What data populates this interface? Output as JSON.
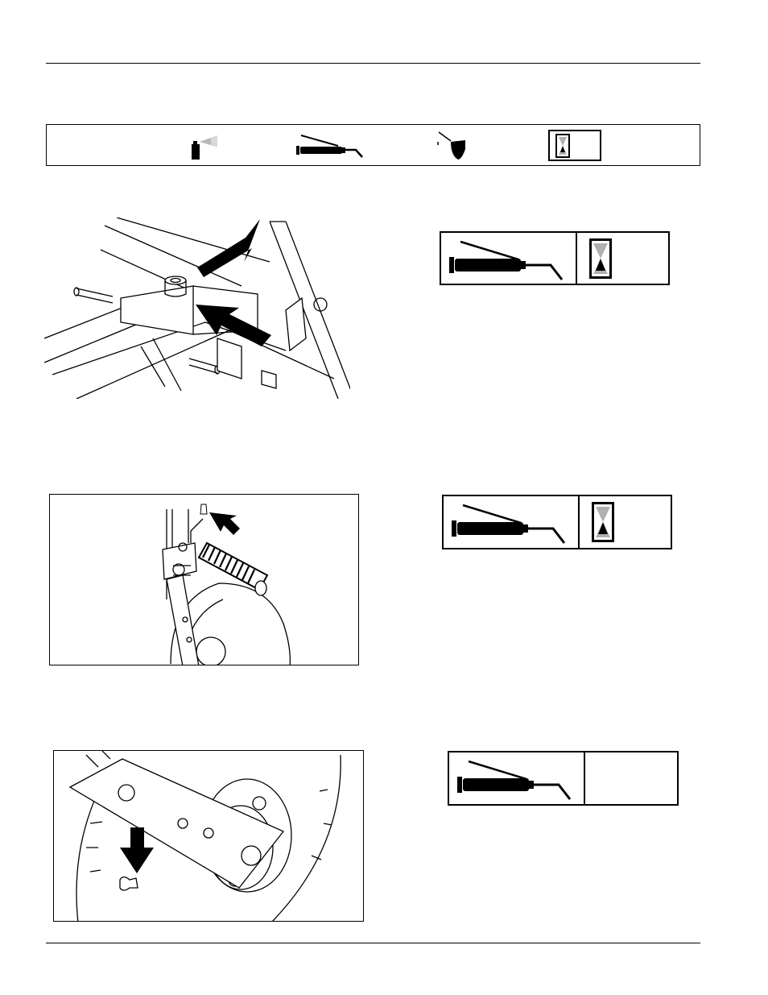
{
  "header": {},
  "legend": {
    "icons": [
      "spray-lubricant-icon",
      "grease-gun-icon",
      "oil-can-icon",
      "hourglass-interval-icon"
    ],
    "interval_text": ""
  },
  "sections": [
    {
      "illustration": "frame-pivot-grease-points",
      "lube_symbols": [
        "grease-gun-icon",
        "hourglass-icon"
      ],
      "interval_text": ""
    },
    {
      "illustration": "wheel-arm-spring-grease-point",
      "lube_symbols": [
        "grease-gun-icon",
        "hourglass-icon"
      ],
      "interval_text": ""
    },
    {
      "illustration": "wheel-hub-grease-fitting",
      "lube_symbols": [
        "grease-gun-icon"
      ],
      "interval_text": ""
    }
  ],
  "colors": {
    "ink": "#000000",
    "paper": "#ffffff",
    "sand": "#b0b0b0"
  }
}
